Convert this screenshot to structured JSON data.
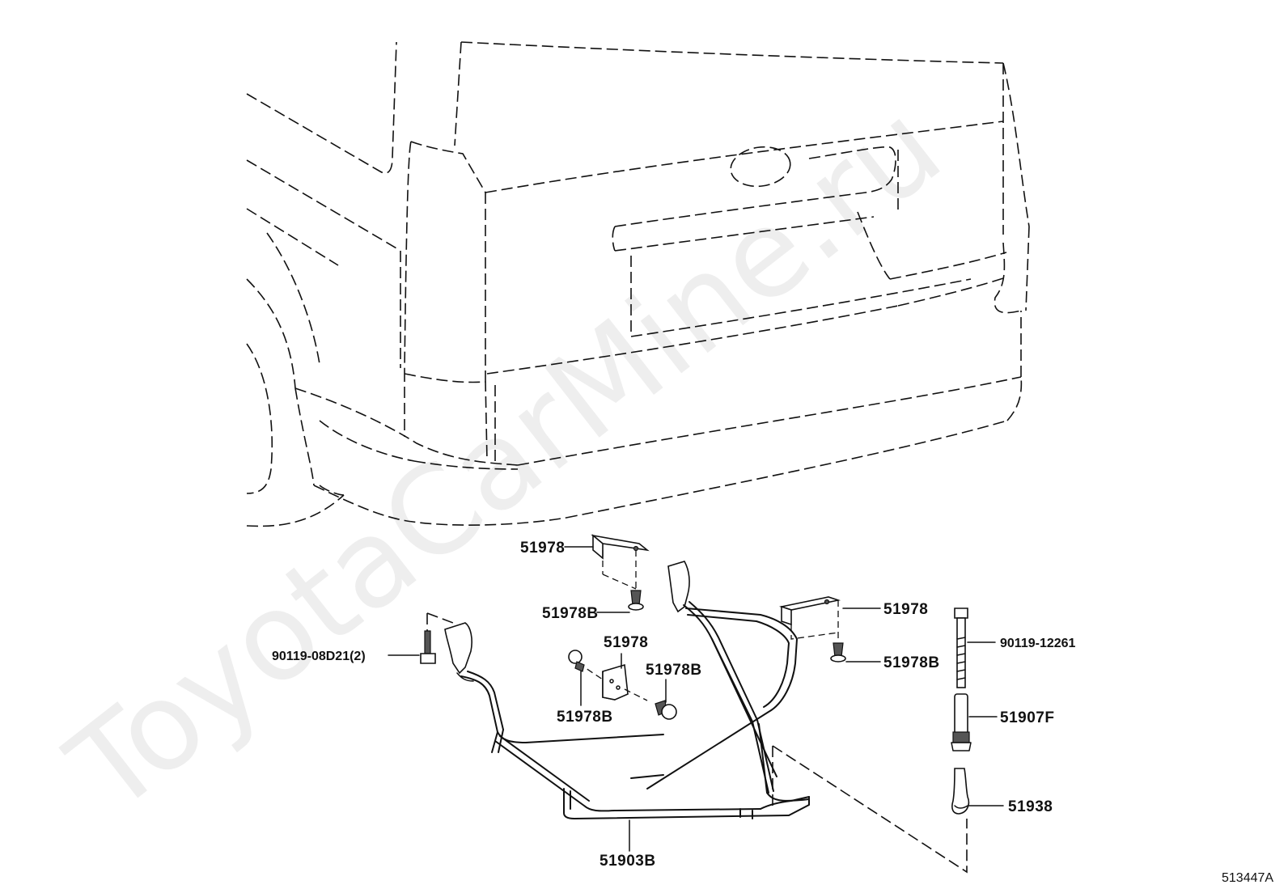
{
  "watermark": "ToyotaCarMine.ru",
  "figure_id": "513447A",
  "callouts": {
    "c1": "51978",
    "c2": "51978B",
    "c3": "51978",
    "c4": "51978B",
    "c5": "90119-08D21(2)",
    "c6": "51978",
    "c7": "51978B",
    "c8": "51978B",
    "c9": "90119-12261",
    "c10": "51907F",
    "c11": "51938",
    "c12": "51903B"
  }
}
